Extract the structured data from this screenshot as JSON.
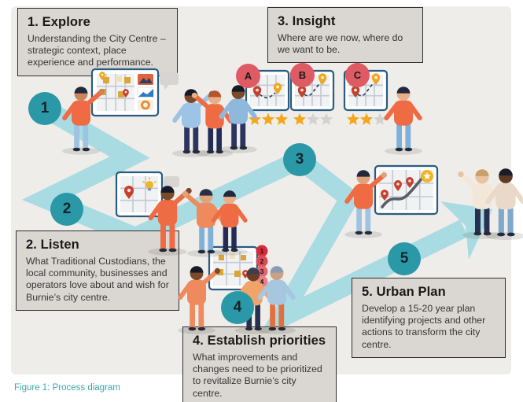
{
  "caption": "Figure 1: Process diagram",
  "steps": [
    {
      "marker": "1",
      "title": "1. Explore",
      "body": "Understanding the City Centre – strategic context, place experience and performance."
    },
    {
      "marker": "2",
      "title": "2. Listen",
      "body": "What Traditional Custodians, the local community, businesses and operators love about and wish for Burnie’s city centre."
    },
    {
      "marker": "3",
      "title": "3. Insight",
      "body": "Where are we now, where do we want to be."
    },
    {
      "marker": "4",
      "title": "4. Establish priorities",
      "body": "What improvements and changes need to be prioritized to revitalize Burnie’s city centre."
    },
    {
      "marker": "5",
      "title": "5. Urban Plan",
      "body": "Develop a 15-20 year plan identifying projects and other actions to transform the city centre."
    }
  ],
  "insight_options": [
    {
      "label": "A",
      "stars_filled": 3,
      "stars_total": 3
    },
    {
      "label": "B",
      "stars_filled": 1,
      "stars_total": 3
    },
    {
      "label": "C",
      "stars_filled": 2,
      "stars_total": 3
    }
  ],
  "priority_labels": [
    "1",
    "2",
    "3",
    "4"
  ],
  "colors": {
    "accent_teal": "#2a98a6",
    "path_teal": "#a9dbe2",
    "box_bg": "#dad6d1",
    "box_border": "#2f2f2f",
    "badge_red": "#df5b64",
    "star_gold": "#f3a71f",
    "star_gray": "#d2d2d2",
    "caption_teal": "#3ba7ae",
    "priority_reds": [
      "#d62b38",
      "#dc4a55",
      "#e2656f",
      "#e8808a"
    ],
    "pin_red": "#c6402e",
    "pin_yellow": "#eda821",
    "board_border": "#2a5b80"
  }
}
